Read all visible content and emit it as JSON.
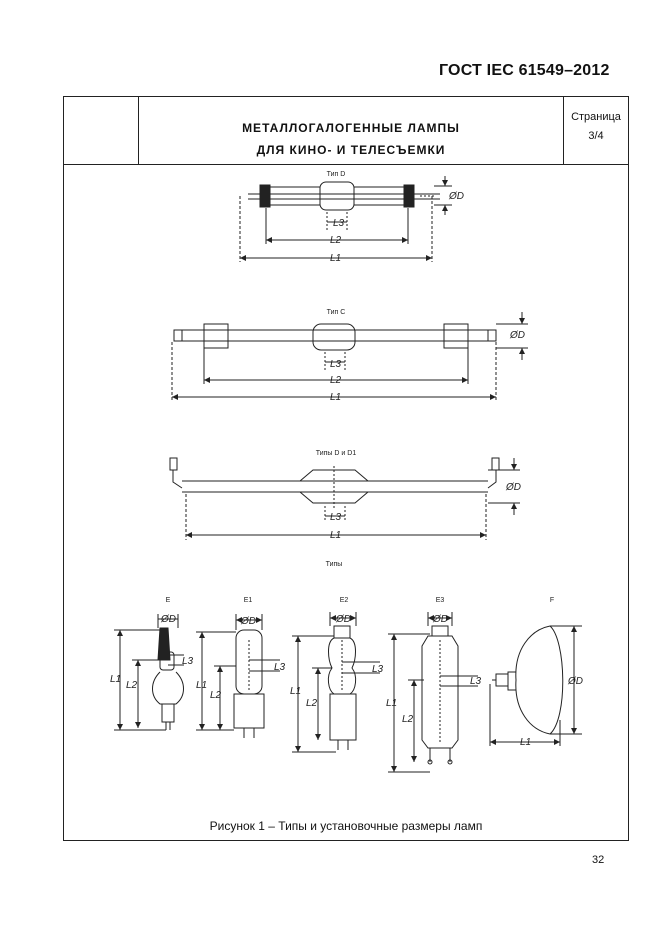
{
  "header": {
    "standard": "ГОСТ IEC 61549–2012",
    "title_line1": "МЕТАЛЛОГАЛОГЕННЫЕ ЛАМПЫ",
    "title_line2": "ДЛЯ КИНО- И ТЕЛЕСЪЕМКИ",
    "page_label": "Страница",
    "page_value": "3/4"
  },
  "figure": {
    "type_d": "Тип D",
    "type_c": "Тип C",
    "type_d_d1": "Типы D и D1",
    "types": "Типы",
    "sub_e": "E",
    "sub_e1": "E1",
    "sub_e2": "E2",
    "sub_e3": "E3",
    "sub_f": "F",
    "dims": {
      "dd": "ØD",
      "l1": "L1",
      "l2": "L2",
      "l3": "L3"
    },
    "caption": "Рисунок 1 – Типы и установочные размеры ламп"
  },
  "footer": {
    "page_number": "32"
  }
}
